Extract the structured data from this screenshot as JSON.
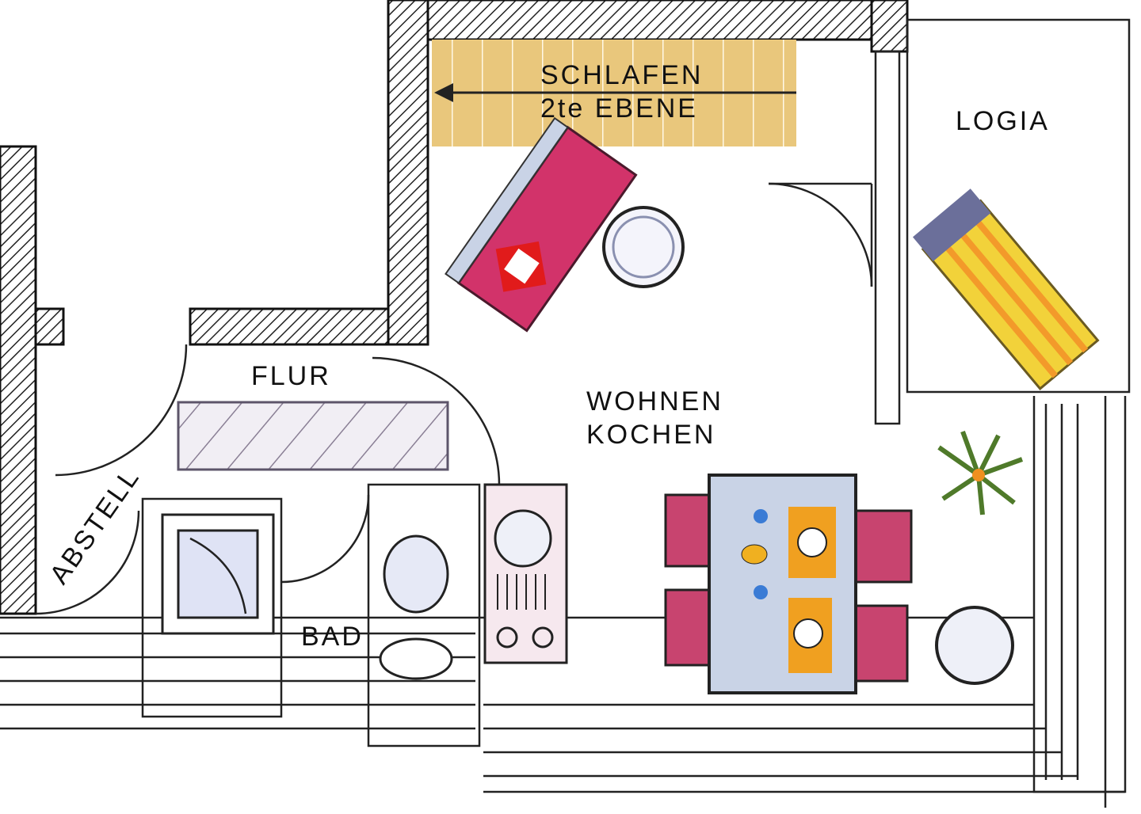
{
  "title": "Floor plan",
  "rooms": {
    "schlafen": {
      "line1": "SCHLAFEN",
      "line2": "2te EBENE"
    },
    "logia": "LOGIA",
    "flur": "FLUR",
    "wohnen": {
      "line1": "WOHNEN",
      "line2": "KOCHEN"
    },
    "abstell": "ABSTELL",
    "bad": "BAD"
  },
  "colors": {
    "stair": "#e9c77c",
    "sofa": "#d2336a",
    "table": "#c9d3e6",
    "chair": "#c8446f",
    "logia_tile": "#9fb8d8",
    "lounger_yellow": "#f2d23a",
    "plant": "#4f7a2a"
  }
}
